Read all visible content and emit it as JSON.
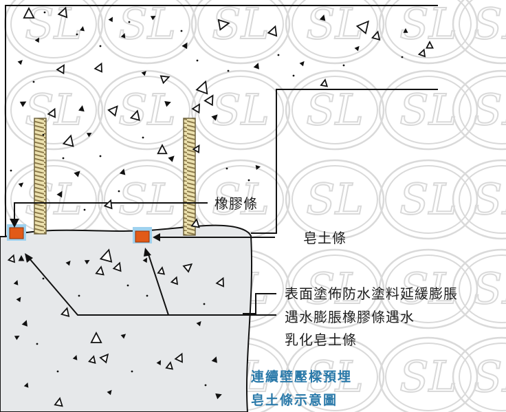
{
  "labels": {
    "rubber_strip": "橡膠條",
    "bentonite_strip": "皂土條",
    "coating_line_1": "表面塗佈防水塗料延緩膨脹",
    "swelling_line_1": "遇水膨脹橡膠條遇水",
    "swelling_line_2": "乳化皂土條"
  },
  "caption": {
    "line_1": "連續壁壓樑預埋",
    "line_2": "皂土條示意圖"
  },
  "watermark": {
    "text": "SL"
  },
  "colors": {
    "concrete_fill": "#e6e8ea",
    "strip_fill": "#e15a18",
    "strip_outline": "#9fd2ef",
    "rebar_fill": "#ece1ae",
    "caption_color": "#2a79a9",
    "line_color": "#111111",
    "watermark_color": "#d9d9d9"
  }
}
